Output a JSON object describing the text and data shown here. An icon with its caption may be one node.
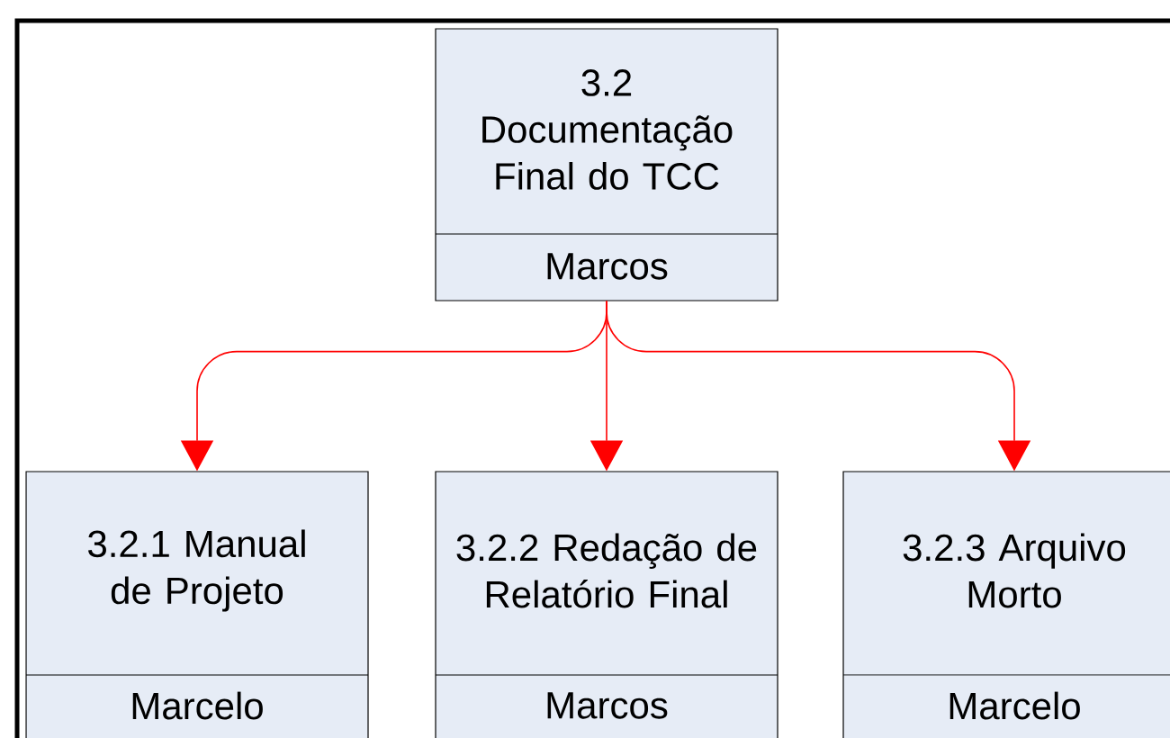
{
  "diagram": {
    "nodes": [
      {
        "text": [
          "3.2 Documentação Final do TCC",
          "Marcos"
        ]
      },
      {
        "text": [
          "3.2.1 Manual de Projeto",
          "Marcelo"
        ]
      },
      {
        "text": [
          "3.2.2 Redação de Relatório Final",
          "Marcos"
        ]
      },
      {
        "text": [
          "3.2.3 Arquivo Morto",
          "Marcelo"
        ]
      }
    ],
    "edges": [
      {
        "from": 0,
        "to": 1,
        "arrow": "to"
      },
      {
        "from": 0,
        "to": 2,
        "arrow": "to"
      },
      {
        "from": 0,
        "to": 3,
        "arrow": "to"
      }
    ]
  }
}
